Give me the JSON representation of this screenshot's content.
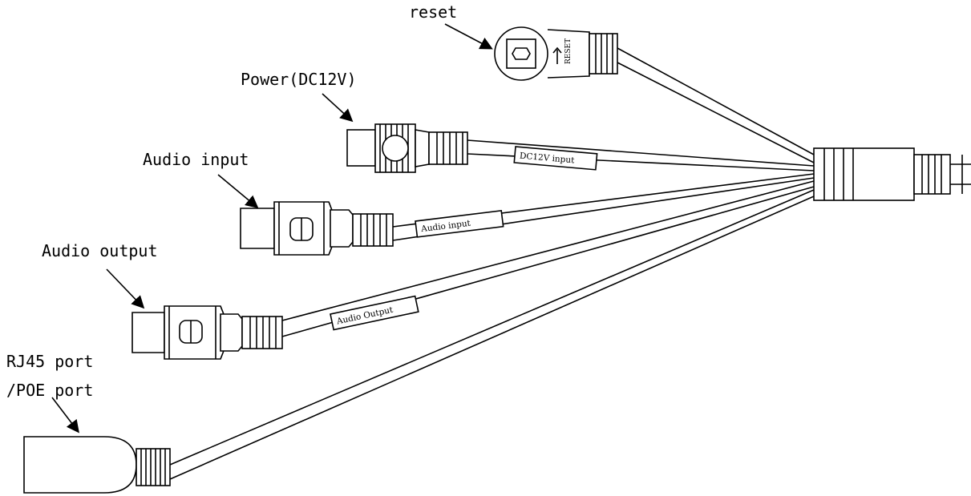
{
  "labels": {
    "reset": "reset",
    "power": "Power(DC12V)",
    "audio_in": "Audio input",
    "audio_out": "Audio output",
    "rj45_line1": "RJ45 port",
    "rj45_line2": "/POE port"
  },
  "tags": {
    "dc12v": "DC12V input",
    "audio_in": "Audio input",
    "audio_out": "Audio Output",
    "reset_mark": "RESET"
  }
}
